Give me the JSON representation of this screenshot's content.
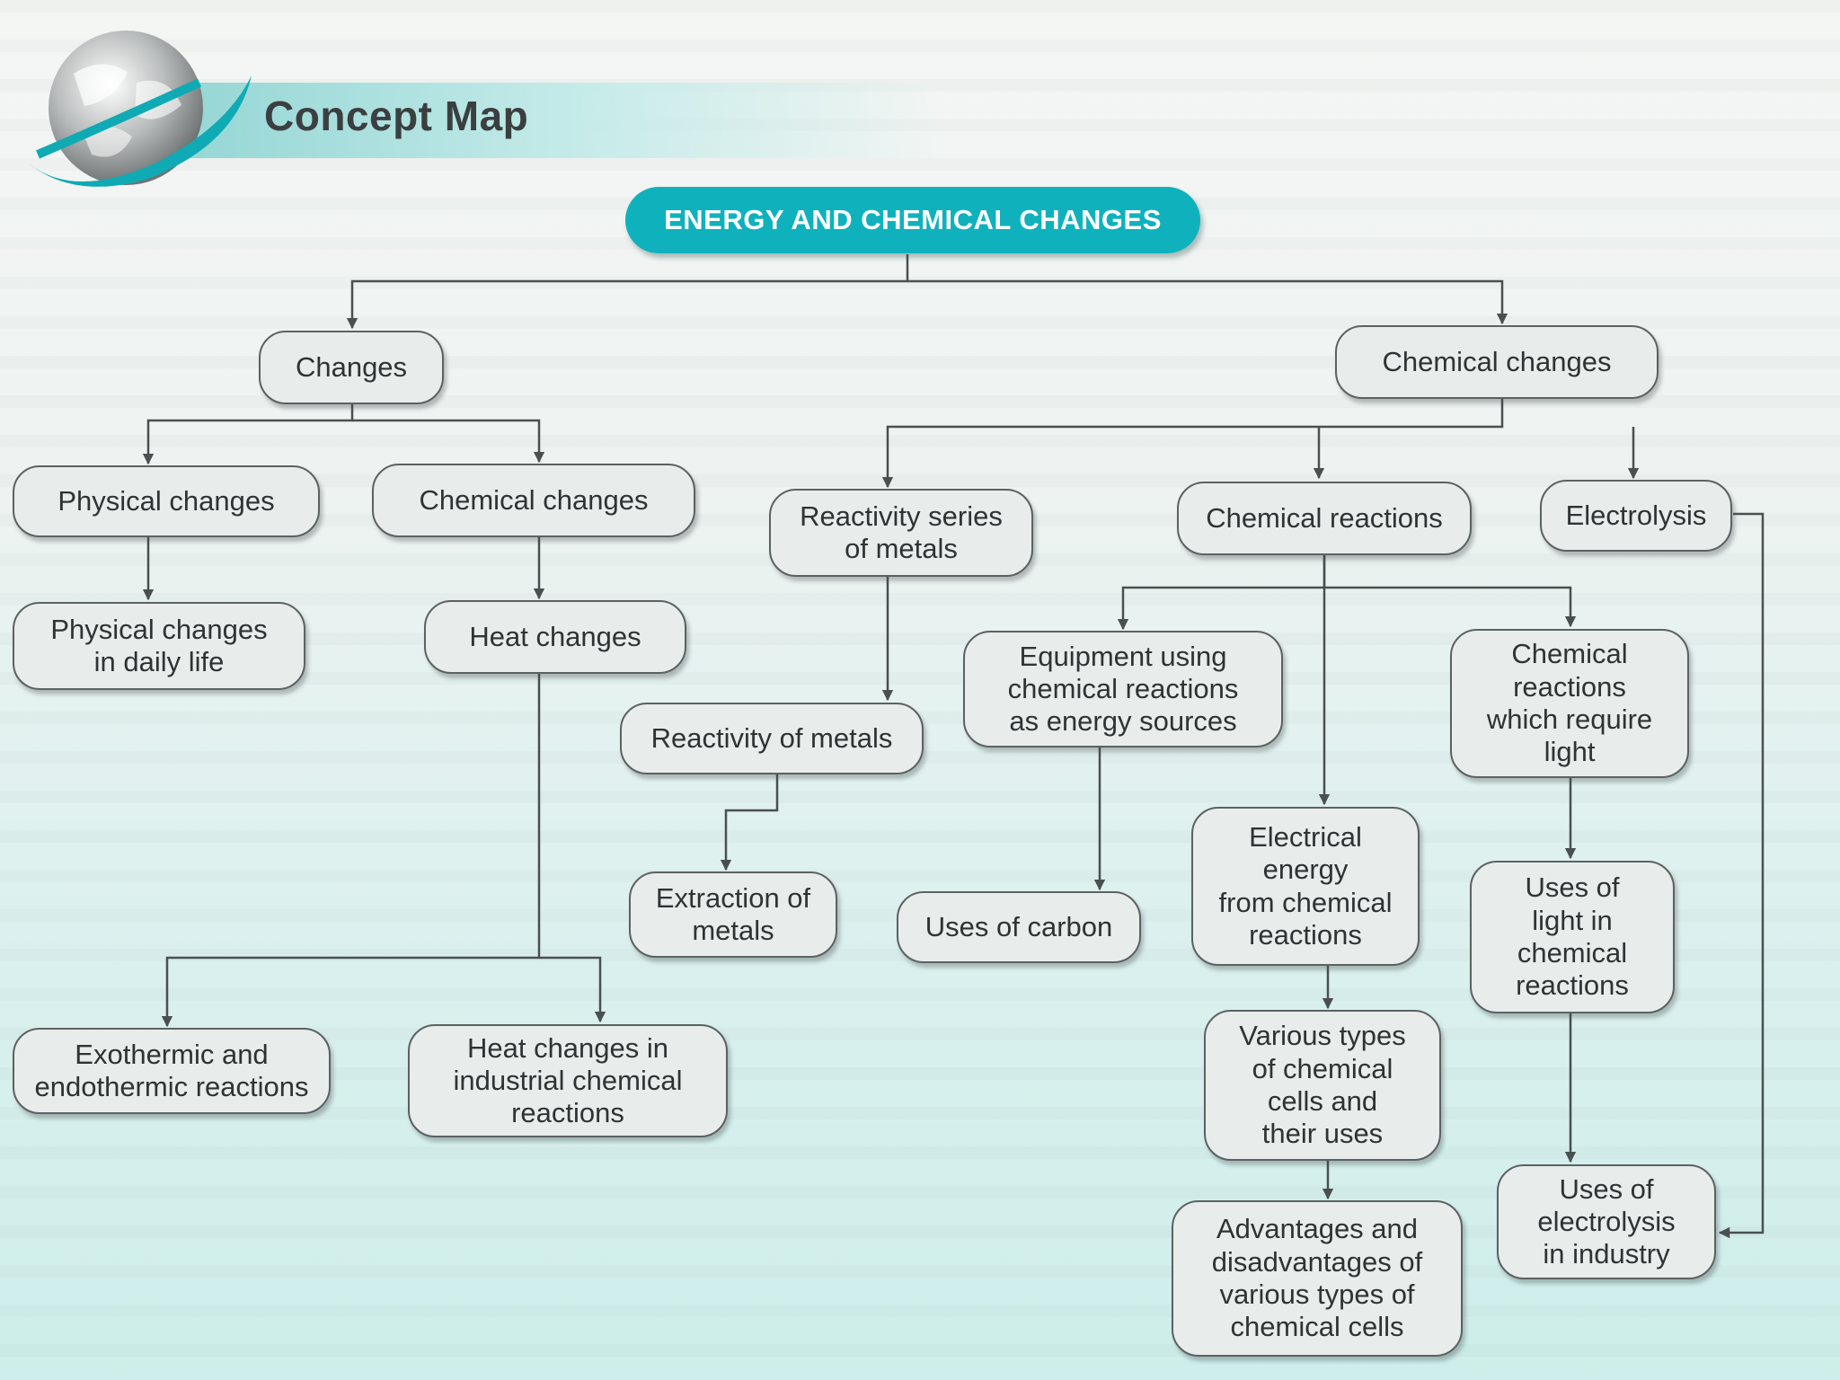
{
  "header": {
    "title": "Concept Map"
  },
  "nodes": {
    "root": "ENERGY AND CHEMICAL CHANGES",
    "changes": "Changes",
    "chemical_changes_main": "Chemical changes",
    "physical_changes": "Physical changes",
    "chemical_changes_sub": "Chemical changes",
    "reactivity_series": "Reactivity series\nof metals",
    "chemical_reactions": "Chemical reactions",
    "electrolysis": "Electrolysis",
    "physical_changes_daily": "Physical changes\nin daily life",
    "heat_changes": "Heat changes",
    "equipment": "Equipment using\nchemical reactions\nas energy sources",
    "reactions_light": "Chemical\nreactions\nwhich require\nlight",
    "reactivity_metals": "Reactivity of metals",
    "electrical_energy": "Electrical\nenergy\nfrom chemical\nreactions",
    "extraction_metals": "Extraction of\nmetals",
    "uses_carbon": "Uses of carbon",
    "uses_light": "Uses of\nlight in\nchemical\nreactions",
    "various_cells": "Various types\nof chemical\ncells and\ntheir uses",
    "exo_endo": "Exothermic and\nendothermic reactions",
    "heat_industrial": "Heat changes in\nindustrial chemical\nreactions",
    "uses_electrolysis": "Uses of\nelectrolysis\nin industry",
    "advantages": "Advantages and\ndisadvantages of\nvarious types of\nchemical cells"
  },
  "colors": {
    "root_fill": "#0fb2bc",
    "node_fill": "#e8eceb",
    "node_border": "#5c6162",
    "line": "#4a4f50",
    "band": "#8fd4d3"
  }
}
